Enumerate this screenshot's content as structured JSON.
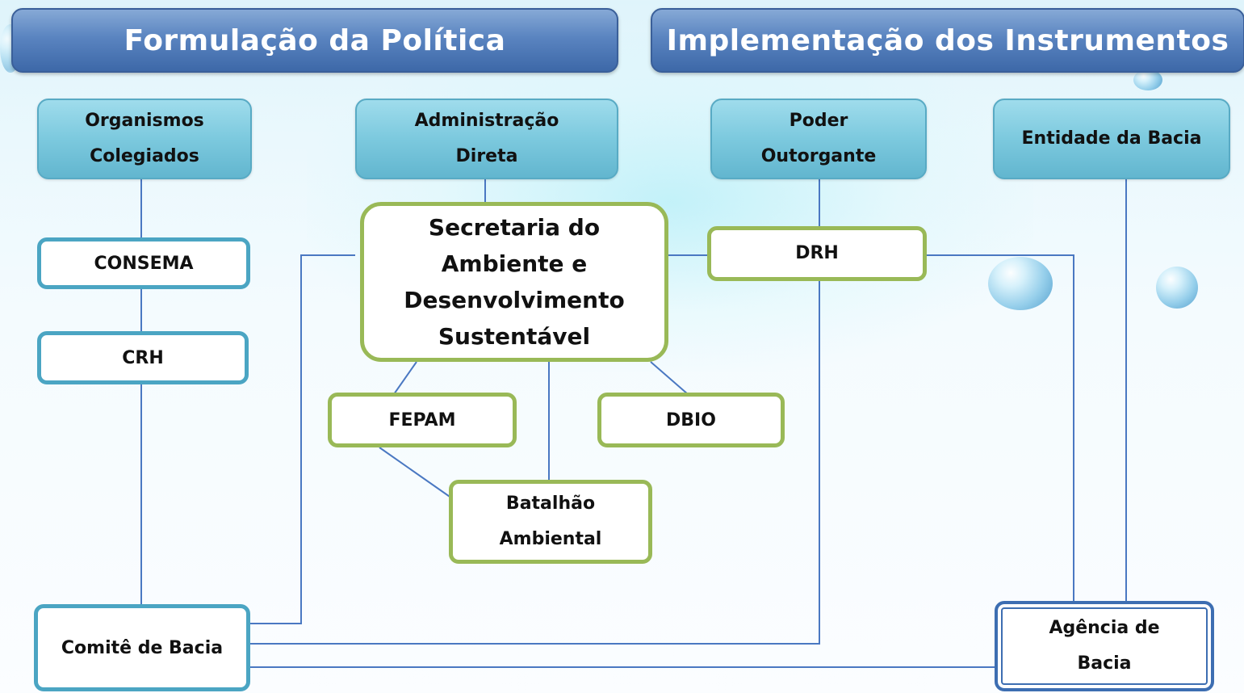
{
  "banners": {
    "left": "Formulação da Política",
    "right": "Implementação dos Instrumentos"
  },
  "headers": {
    "organismos": [
      "Organismos",
      "Colegiados"
    ],
    "administracao": [
      "Administração",
      "Direta"
    ],
    "poder": [
      "Poder",
      "Outorgante"
    ],
    "entidade": "Entidade da Bacia"
  },
  "nodes": {
    "consema": "CONSEMA",
    "crh": "CRH",
    "comite": "Comitê de Bacia",
    "secretaria": [
      "Secretaria do",
      "Ambiente e",
      "Desenvolvimento",
      "Sustentável"
    ],
    "fepam": "FEPAM",
    "dbio": "DBIO",
    "batalhao": [
      "Batalhão",
      "Ambiental"
    ],
    "drh": "DRH",
    "agencia": [
      "Agência de",
      "Bacia"
    ]
  },
  "colors": {
    "banner": "#4a74b4",
    "header": "#7cc9de",
    "blue_border": "#4ba5c3",
    "green_border": "#99b957",
    "line": "#4a78c2"
  }
}
